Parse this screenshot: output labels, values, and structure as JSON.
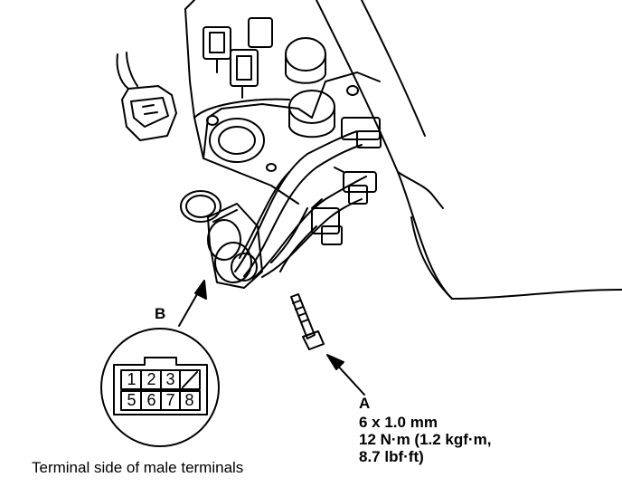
{
  "callouts": {
    "b": "B",
    "a": "A"
  },
  "bolt_spec": {
    "size": "6 x 1.0 mm",
    "torque_line1": "12 N·m (1.2 kgf·m,",
    "torque_line2": "8.7 lbf·ft)"
  },
  "connector": {
    "caption": "Terminal side of male terminals",
    "top_row": [
      "1",
      "2",
      "3"
    ],
    "bottom_row": [
      "5",
      "6",
      "7",
      "8"
    ]
  }
}
